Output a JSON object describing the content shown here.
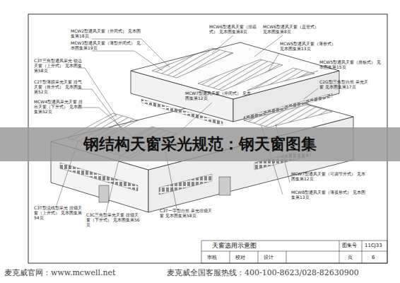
{
  "diagram": {
    "title": "钢结构天窗采光规范：钢天窗图集",
    "labels": [
      "MCW2型通风天窗（开闭式） 见本图集第18页",
      "MCW3型通风天窗（薄型开闭式） 见本图集第19页",
      "C3T三角型通风采光 锁边天窗（上开式） 见本图集第58页",
      "C2T型薄膜采光天窗 排气天窗（推开式） 见本图集第52页",
      "MCW4型通风采光天窗 排出天窗（下开式） 见本图集第52页",
      "MCW6型通风天窗（排疏式） 见本图集第8页",
      "MCW6型通风天窗（直管式） 见本图集第8页",
      "MCW5型通风天窗（薄形式） 见本图集第13页",
      "MCW5型通风天窗（滑板式） 见本图集第15页",
      "C2G型三角型自然 采光天窗 见本图集第17页",
      "MCW7型通风天窗（开闭式） 见本图集第12页",
      "MCW7型通风天窗（可调节开式） 见本图集第12页",
      "MCW8型通风天窗（薄弧形式） 见本图集第13页",
      "C3T型流线型采光 排烟天窗（上开式） 见本图集第54页",
      "C3C三角型采光天窗 排烟天窗（下开式） 见本图集第56页",
      "C3T一字型自然 采光排烟天窗 见本图集第58页",
      "天窗选用示意图",
      "图集号",
      "11CJ33",
      "审核",
      "校对",
      "设计",
      "页",
      "6",
      "麦克威官网：www.mcwell.net",
      "麦克威全国客服热线：400-100-8623/028-82630900"
    ]
  }
}
